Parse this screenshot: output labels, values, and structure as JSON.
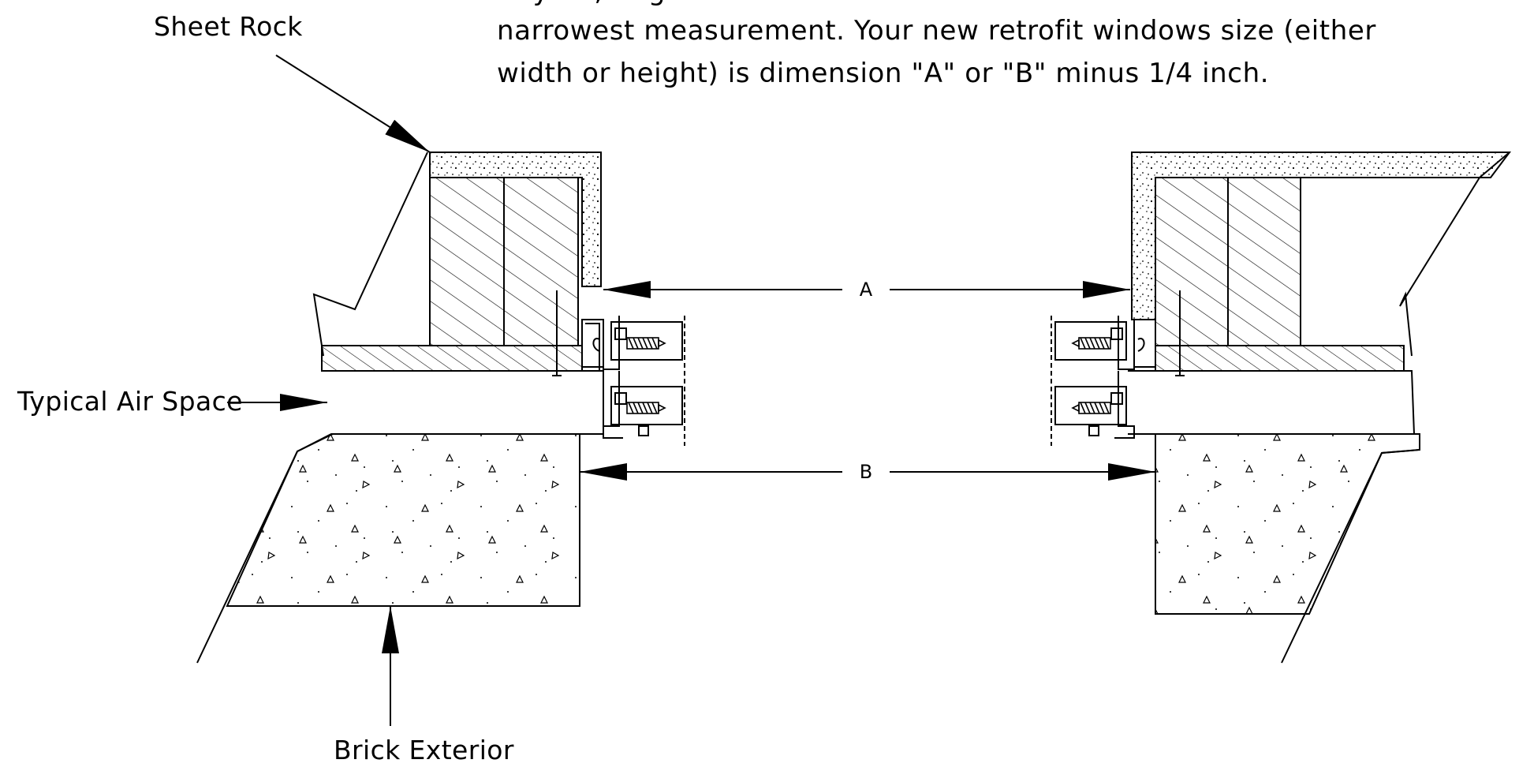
{
  "note": {
    "line_top_partial": "... y ... , ... ght ...",
    "line_2": "narrowest measurement. Your new retrofit windows size (either",
    "line_3": "width or height) is dimension \"A\" or \"B\" minus 1/4 inch."
  },
  "labels": {
    "sheet_rock": "Sheet Rock",
    "typical_air_space": "Typical Air Space",
    "brick_exterior": "Brick Exterior"
  },
  "dimensions": {
    "a": "A",
    "b": "B"
  },
  "colors": {
    "ink": "#000000",
    "paper": "#ffffff"
  }
}
